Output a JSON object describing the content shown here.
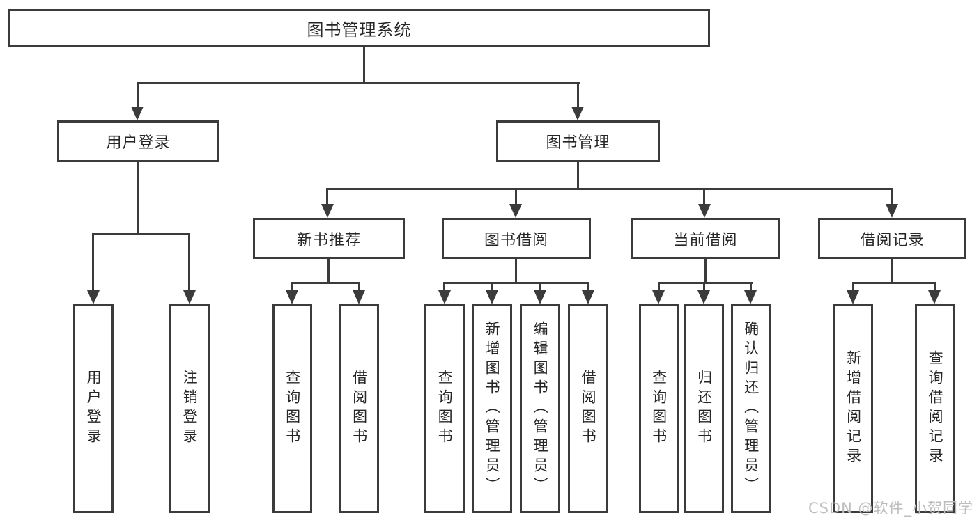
{
  "colors": {
    "line": "#3b3b3b",
    "text": "#262626",
    "watermark": "#bdbdbd",
    "background": "#ffffff"
  },
  "watermark": "CSDN @软件_小贺同学",
  "diagram": {
    "root": {
      "label": "图书管理系统"
    },
    "level2": [
      {
        "label": "用户登录"
      },
      {
        "label": "图书管理"
      }
    ],
    "level3": [
      {
        "label": "新书推荐"
      },
      {
        "label": "图书借阅"
      },
      {
        "label": "当前借阅"
      },
      {
        "label": "借阅记录"
      }
    ],
    "leaves": {
      "login": [
        {
          "label": "用户登录"
        },
        {
          "label": "注销登录"
        }
      ],
      "recommend": [
        {
          "label": "查询图书"
        },
        {
          "label": "借阅图书"
        }
      ],
      "borrow": [
        {
          "label": "查询图书"
        },
        {
          "label": "新增图书（管理员）"
        },
        {
          "label": "编辑图书（管理员）"
        },
        {
          "label": "借阅图书"
        }
      ],
      "current": [
        {
          "label": "查询图书"
        },
        {
          "label": "归还图书"
        },
        {
          "label": "确认归还（管理员）"
        }
      ],
      "records": [
        {
          "label": "新增借阅记录"
        },
        {
          "label": "查询借阅记录"
        }
      ]
    }
  }
}
